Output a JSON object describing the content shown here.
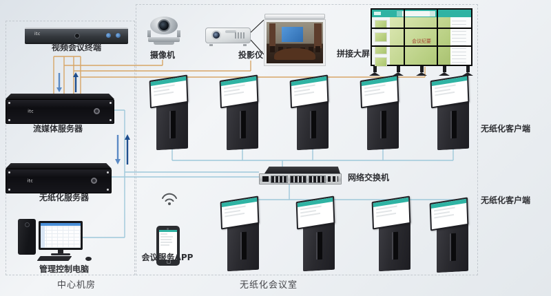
{
  "brand": "itc",
  "regions": {
    "center_room": "中心机房",
    "conference_room": "无纸化会议室"
  },
  "devices": {
    "video_terminal": "视频会议终端",
    "camera": "摄像机",
    "projector": "投影仪",
    "video_wall": "拼接大屏",
    "video_wall_screen_text": "会议纪要",
    "streaming_server": "流媒体服务器",
    "paperless_server": "无纸化服务器",
    "control_pc": "管理控制电脑",
    "network_switch": "网络交换机",
    "conference_app": "会议服务APP",
    "paperless_client_top": "无纸化客户端",
    "paperless_client_bottom": "无纸化客户端"
  },
  "colors": {
    "av_line": "#d7a566",
    "net_line": "#9ec8da",
    "arrow_down": "#5b8ac4",
    "arrow_up": "#1f4e8e",
    "screen_teal": "#2fb3a3"
  }
}
